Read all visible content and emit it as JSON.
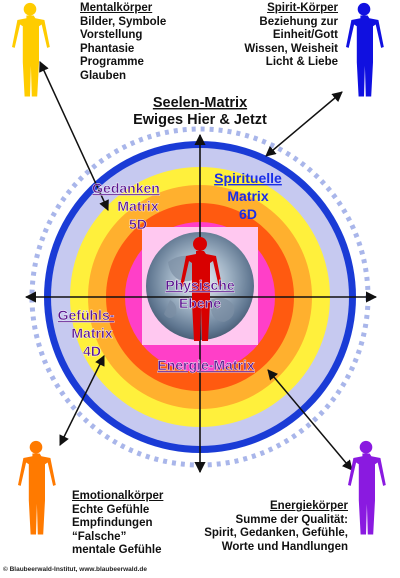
{
  "top_title": {
    "line1": "Seelen-Matrix",
    "line2": "Ewiges Hier & Jetzt"
  },
  "corners": {
    "top_left": {
      "heading": "Mentalkörper",
      "lines": [
        "Bilder, Symbole",
        "Vorstellung",
        "Phantasie",
        "Programme",
        "Glauben"
      ],
      "figure_color": "#FFCC00"
    },
    "top_right": {
      "heading": "Spirit-Körper",
      "lines": [
        "Beziehung zur",
        "Einheit/Gott",
        "Wissen, Weisheit",
        "Licht & Liebe"
      ],
      "figure_color": "#1010E0"
    },
    "bottom_left": {
      "heading": "Emotionalkörper",
      "lines": [
        "Echte Gefühle",
        "Empfindungen",
        "“Falsche”",
        "mentale Gefühle"
      ],
      "figure_color": "#FF7A00"
    },
    "bottom_right": {
      "heading": "Energiekörper",
      "lines": [
        "Summe der Qualität:",
        "Spirit, Gedanken, Gefühle,",
        "Worte und Handlungen"
      ],
      "figure_color": "#8A1AE0"
    }
  },
  "rings": {
    "spirituelle": {
      "line1": "Spirituelle",
      "line2": "Matrix",
      "line3": "6D"
    },
    "gedanken": {
      "line1": "Gedanken",
      "line2": "Matrix",
      "line3": "5D"
    },
    "gefuehls": {
      "line1": "Gefühls-",
      "line2": "Matrix",
      "line3": "4D"
    },
    "energie": {
      "label": "Energie-Matrix"
    },
    "physisch": {
      "line1": "Physische",
      "line2": "Ebene"
    }
  },
  "colors": {
    "dotted_ring": "#A9B6EA",
    "outer_blue": "#1A3BD6",
    "lavender": "#C6C9F0",
    "yellow": "#FFF03C",
    "orange": "#FFB02E",
    "red_orange": "#FF5A10",
    "magenta": "#FF3FC8",
    "pink_center": "#FFC8F0",
    "center_figure": "#D80000",
    "spirit_text": "#1A2EE8",
    "label_text": "#5A1590"
  },
  "footer": "© Blaubeerwald-Institut, www.blaubeerwald.de"
}
